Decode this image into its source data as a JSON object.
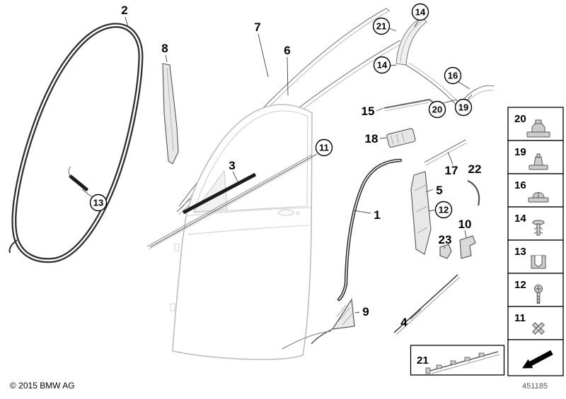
{
  "meta": {
    "copyright": "© 2015 BMW AG",
    "diagram_number": "451185"
  },
  "colors": {
    "line": "#2f2f2f",
    "door_outline": "#bdbdbd",
    "label": "#000000"
  },
  "callouts": {
    "plain": [
      {
        "label": "2"
      },
      {
        "label": "8"
      },
      {
        "label": "7"
      },
      {
        "label": "6"
      },
      {
        "label": "15"
      },
      {
        "label": "18"
      },
      {
        "label": "3"
      },
      {
        "label": "17"
      },
      {
        "label": "22"
      },
      {
        "label": "1"
      },
      {
        "label": "5"
      },
      {
        "label": "23"
      },
      {
        "label": "10"
      },
      {
        "label": "9"
      },
      {
        "label": "4"
      }
    ],
    "circled": [
      {
        "label": "21"
      },
      {
        "label": "14"
      },
      {
        "label": "14"
      },
      {
        "label": "16"
      },
      {
        "label": "20"
      },
      {
        "label": "19"
      },
      {
        "label": "11"
      },
      {
        "label": "13"
      },
      {
        "label": "12"
      }
    ]
  },
  "sidebar": {
    "items": [
      {
        "number": "20",
        "icon": "trim-clip-icon"
      },
      {
        "number": "19",
        "icon": "trim-clip-icon"
      },
      {
        "number": "16",
        "icon": "expansion-clip-icon"
      },
      {
        "number": "14",
        "icon": "push-rivet-icon"
      },
      {
        "number": "13",
        "icon": "spring-clamp-icon"
      },
      {
        "number": "12",
        "icon": "screw-icon"
      },
      {
        "number": "11",
        "icon": "expanding-rivet-icon"
      },
      {
        "number": "",
        "icon": "direction-arrow-icon"
      }
    ]
  },
  "inset": {
    "number": "21"
  }
}
